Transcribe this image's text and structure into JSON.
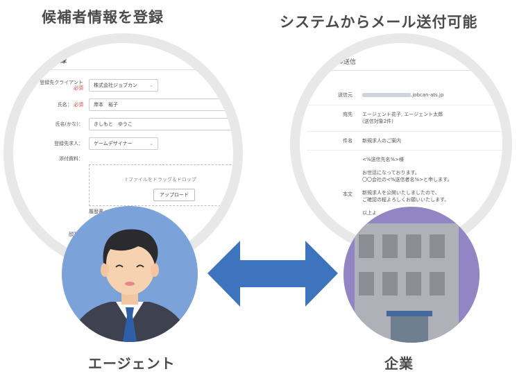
{
  "headings": {
    "left": "候補者情報を登録",
    "right": "システムからメール送付可能"
  },
  "labels": {
    "agent": "エージェント",
    "company": "企業"
  },
  "candidate_form": {
    "title": "候補者登録",
    "required": "必須",
    "fields": {
      "client_label": "登録先クライアント",
      "client_value": "株式会社ジョブカン",
      "name_label": "氏名：",
      "name_value": "岸本　裕子",
      "kana_label": "氏名(かな)：",
      "kana_value": "きしもと　ゆうこ",
      "job_label": "登録先求人：",
      "job_value": "ゲームデザイナー",
      "attach_label": "添付資料：",
      "drop_text": "⇪ファイルをドラッグ＆ドロップ",
      "upload_button": "アップロード",
      "file1": "履歴書.pdf",
      "file2": "職務経",
      "photo_label": "顔写真"
    }
  },
  "mail_form": {
    "title": "一括メール送信",
    "from_label": "送信元",
    "from_domain": ".jobcan-ats.jp",
    "to_label": "宛先",
    "to_value": "エージェント花子, エージェント太郎",
    "to_count": "(送信対象2件)",
    "subject_label": "件名",
    "subject_value": "新規求人のご案内",
    "body_label": "本文",
    "body_line1": "<%送信先名%>様",
    "body_line2": "お世話になっております。",
    "body_line3": "〇〇会社の<%送信者名%>と申します。",
    "body_line4": "新規求人を公開いたしましたので、",
    "body_line5": "ご確認の程よろしくお願いいたします。",
    "body_line6": "以上よ"
  },
  "colors": {
    "agent_circle": "#7ba3d9",
    "company_circle": "#9285c4",
    "arrow": "#3e73bd",
    "ring": "#e8e8e8"
  },
  "icons": {
    "agent": "businessman-avatar-icon",
    "company": "office-building-icon",
    "arrow": "double-arrow-icon"
  }
}
